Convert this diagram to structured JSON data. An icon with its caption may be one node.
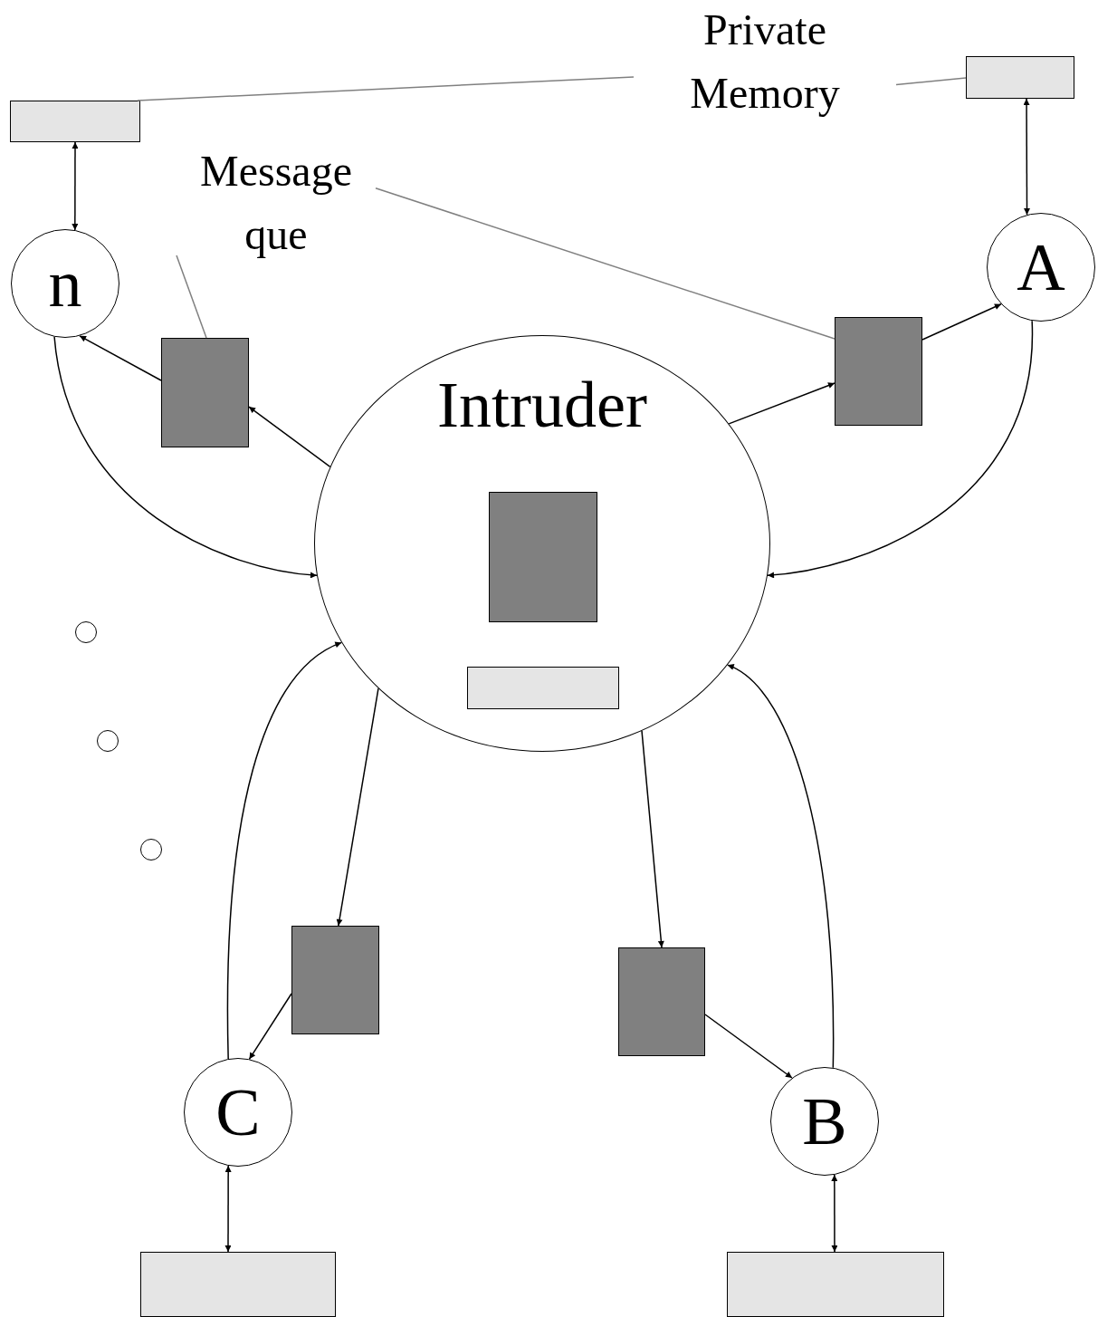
{
  "diagram": {
    "nodes": [
      {
        "text": [
          "Intruder"
        ]
      },
      {
        "text": [],
        "shape": "box",
        "in": 0
      },
      {
        "text": [],
        "shape": "box",
        "in": 0
      },
      {
        "text": [
          "n"
        ]
      },
      {
        "text": [
          "A"
        ]
      },
      {
        "text": [
          "C"
        ]
      },
      {
        "text": [
          "B"
        ]
      },
      {
        "text": [],
        "shape": "box"
      },
      {
        "text": [],
        "shape": "box"
      },
      {
        "text": [],
        "shape": "box"
      },
      {
        "text": [],
        "shape": "box"
      },
      {
        "text": [],
        "shape": "box"
      },
      {
        "text": [],
        "shape": "box"
      },
      {
        "text": [],
        "shape": "box"
      },
      {
        "text": [],
        "shape": "box"
      },
      {
        "text": [
          "Private Memory"
        ]
      },
      {
        "text": [
          "Message que"
        ]
      },
      {
        "text": [],
        "shape": "circle"
      },
      {
        "text": [],
        "shape": "circle"
      },
      {
        "text": [],
        "shape": "circle"
      }
    ],
    "edges": [
      {
        "from": 7,
        "to": 3,
        "arrow": "both"
      },
      {
        "from": 8,
        "to": 4,
        "arrow": "both"
      },
      {
        "from": 5,
        "to": 9,
        "arrow": "both"
      },
      {
        "from": 6,
        "to": 10,
        "arrow": "both"
      },
      {
        "from": 0,
        "to": 11,
        "arrow": "to"
      },
      {
        "from": 11,
        "to": 3,
        "arrow": "to"
      },
      {
        "from": 3,
        "to": 0,
        "arrow": "to"
      },
      {
        "from": 0,
        "to": 12,
        "arrow": "to"
      },
      {
        "from": 12,
        "to": 4,
        "arrow": "to"
      },
      {
        "from": 4,
        "to": 0,
        "arrow": "to"
      },
      {
        "from": 0,
        "to": 13,
        "arrow": "to"
      },
      {
        "from": 13,
        "to": 5,
        "arrow": "to"
      },
      {
        "from": 5,
        "to": 0,
        "arrow": "to"
      },
      {
        "from": 0,
        "to": 14,
        "arrow": "to"
      },
      {
        "from": 14,
        "to": 6,
        "arrow": "to"
      },
      {
        "from": 6,
        "to": 0,
        "arrow": "to"
      },
      {
        "from": 15,
        "to": 7,
        "arrow": "none",
        "color": "#808080"
      },
      {
        "from": 15,
        "to": 8,
        "arrow": "none",
        "color": "#808080"
      },
      {
        "from": 16,
        "to": 11,
        "arrow": "none",
        "color": "#808080"
      },
      {
        "from": 16,
        "to": 12,
        "arrow": "none",
        "color": "#808080"
      }
    ]
  }
}
